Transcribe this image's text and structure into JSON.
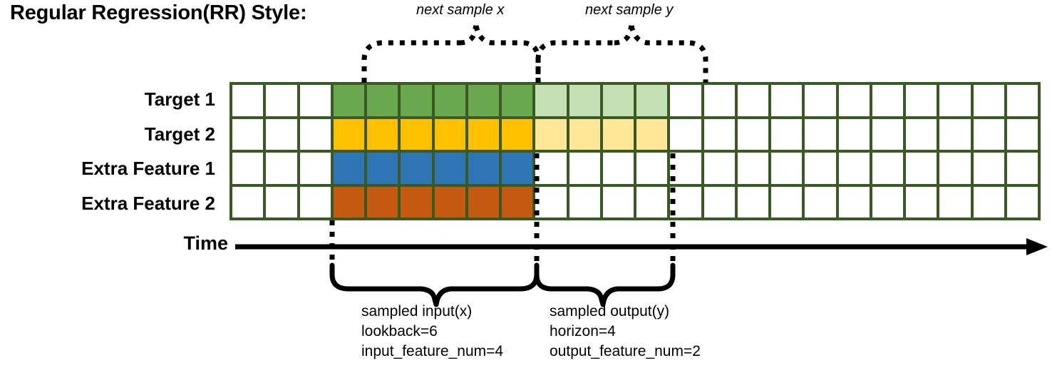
{
  "title": "Regular Regression(RR) Style:",
  "top_annotations": {
    "next_sample_x": "next sample x",
    "next_sample_y": "next sample y"
  },
  "row_labels": [
    "Target 1",
    "Target 2",
    "Extra Feature 1",
    "Extra Feature 2"
  ],
  "axis": {
    "time_label": "Time",
    "arrow_direction": "right"
  },
  "descriptions": {
    "input": {
      "heading": "sampled input(x)",
      "lookback": "lookback=6",
      "feature_num": "input_feature_num=4"
    },
    "output": {
      "heading": "sampled output(y)",
      "horizon": "horizon=4",
      "feature_num": "output_feature_num=2"
    }
  },
  "colors": {
    "grid_border": "#3a5a23",
    "target1_active": "#6aa84f",
    "target1_future": "#c5e0b4",
    "target2_active": "#ffc000",
    "target2_future": "#ffe699",
    "extra_feature1": "#2e75b6",
    "extra_feature2": "#c55a11",
    "empty_cell": "#ffffff",
    "annotation": "#000000"
  },
  "grid": {
    "total_columns": 24,
    "input_start_column": 4,
    "input_end_column": 9,
    "output_start_column": 10,
    "output_end_column": 13,
    "rows": [
      {
        "name": "Target 1",
        "cells": [
          "empty",
          "empty",
          "empty",
          "green",
          "green",
          "green",
          "green",
          "green",
          "green",
          "lightgreen",
          "lightgreen",
          "lightgreen",
          "lightgreen",
          "empty",
          "empty",
          "empty",
          "empty",
          "empty",
          "empty",
          "empty",
          "empty",
          "empty",
          "empty",
          "empty"
        ]
      },
      {
        "name": "Target 2",
        "cells": [
          "empty",
          "empty",
          "empty",
          "yellow",
          "yellow",
          "yellow",
          "yellow",
          "yellow",
          "yellow",
          "lightyellow",
          "lightyellow",
          "lightyellow",
          "lightyellow",
          "empty",
          "empty",
          "empty",
          "empty",
          "empty",
          "empty",
          "empty",
          "empty",
          "empty",
          "empty",
          "empty"
        ]
      },
      {
        "name": "Extra Feature 1",
        "cells": [
          "empty",
          "empty",
          "empty",
          "blue",
          "blue",
          "blue",
          "blue",
          "blue",
          "blue",
          "empty",
          "empty",
          "empty",
          "empty",
          "empty",
          "empty",
          "empty",
          "empty",
          "empty",
          "empty",
          "empty",
          "empty",
          "empty",
          "empty",
          "empty"
        ]
      },
      {
        "name": "Extra Feature 2",
        "cells": [
          "empty",
          "empty",
          "empty",
          "orange",
          "orange",
          "orange",
          "orange",
          "orange",
          "orange",
          "empty",
          "empty",
          "empty",
          "empty",
          "empty",
          "empty",
          "empty",
          "empty",
          "empty",
          "empty",
          "empty",
          "empty",
          "empty",
          "empty",
          "empty"
        ]
      }
    ]
  }
}
